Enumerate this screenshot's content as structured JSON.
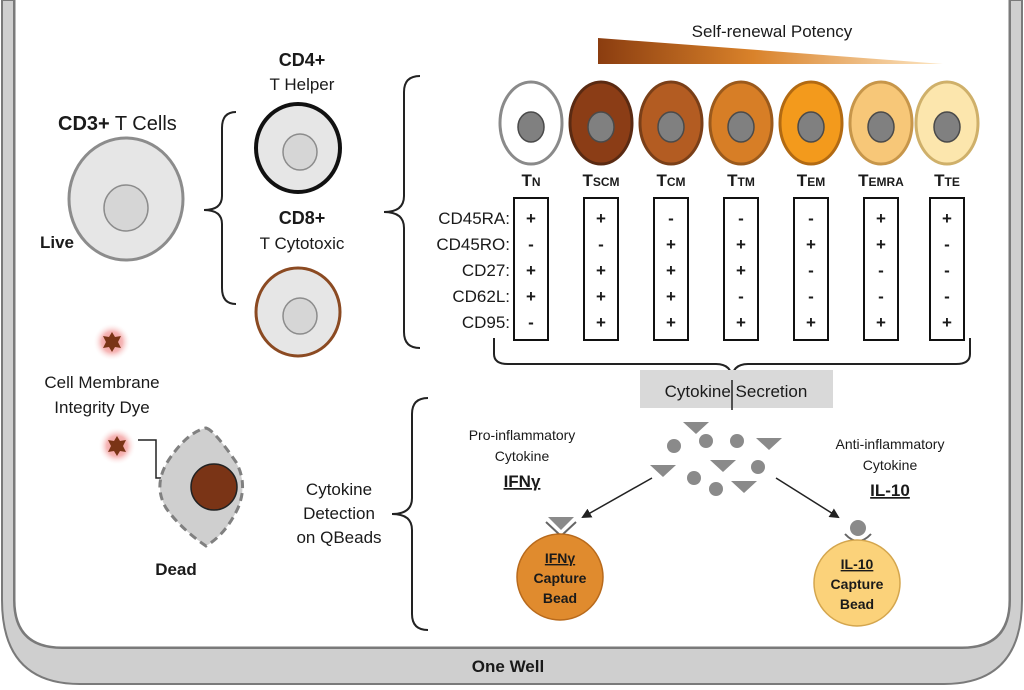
{
  "well": {
    "label": "One Well"
  },
  "cd3": {
    "title_bold": "CD3+",
    "title_rest": " T Cells",
    "live_label": "Live"
  },
  "cd4": {
    "title": "CD4+",
    "subtitle": "T Helper"
  },
  "cd8": {
    "title": "CD8+",
    "subtitle": "T Cytotoxic"
  },
  "dye": {
    "line1": "Cell Membrane",
    "line2": "Integrity Dye",
    "dead_label": "Dead"
  },
  "potency": {
    "label": "Self-renewal Potency"
  },
  "subsets": [
    {
      "main": "T",
      "sub": "N",
      "fill": "#ffffff",
      "stroke": "#8a8a8a",
      "markers": [
        "+",
        "-",
        "+",
        "+",
        "-"
      ]
    },
    {
      "main": "T",
      "sub": "SCM",
      "fill": "#8b3d16",
      "stroke": "#5a2a12",
      "markers": [
        "+",
        "-",
        "+",
        "+",
        "+"
      ]
    },
    {
      "main": "T",
      "sub": "CM",
      "fill": "#b35c22",
      "stroke": "#7a3f18",
      "markers": [
        "-",
        "+",
        "+",
        "+",
        "+"
      ]
    },
    {
      "main": "T",
      "sub": "TM",
      "fill": "#d77e26",
      "stroke": "#9b5a1c",
      "markers": [
        "-",
        "+",
        "+",
        "-",
        "+"
      ]
    },
    {
      "main": "T",
      "sub": "EM",
      "fill": "#f39a1c",
      "stroke": "#b26a12",
      "markers": [
        "-",
        "+",
        "-",
        "-",
        "+"
      ]
    },
    {
      "main": "T",
      "sub": "EMRA",
      "fill": "#f7c778",
      "stroke": "#c7964a",
      "markers": [
        "+",
        "+",
        "-",
        "-",
        "+"
      ]
    },
    {
      "main": "T",
      "sub": "TE",
      "fill": "#fce6ad",
      "stroke": "#cfb06a",
      "markers": [
        "+",
        "-",
        "-",
        "-",
        "+"
      ]
    }
  ],
  "markers": [
    "CD45RA:",
    "CD45RO:",
    "CD27:",
    "CD62L:",
    "CD95:"
  ],
  "cytokine": {
    "secretion": "Cytokine Secretion",
    "detection_line1": "Cytokine",
    "detection_line2": "Detection",
    "detection_line3": "on QBeads"
  },
  "pro": {
    "line1": "Pro-inflammatory",
    "line2": "Cytokine",
    "name": "IFNγ"
  },
  "anti": {
    "line1": "Anti-inflammatory",
    "line2": "Cytokine",
    "name": "IL-10"
  },
  "bead_ifn": {
    "name": "IFNγ",
    "line2": "Capture",
    "line3": "Bead"
  },
  "bead_il10": {
    "name": "IL-10",
    "line2": "Capture",
    "line3": "Bead"
  },
  "colors": {
    "well_gray": "#cfcfcf",
    "cell_fill": "#e6e6e6",
    "cell_stroke": "#8c8c8c",
    "cd8_stroke": "#8b4a22",
    "dead_core": "#7a3416",
    "bead_ifn": "#e08b2e",
    "bead_il10": "#fbd27a",
    "molecule": "#8a8a8a",
    "gradient_dark": "#8b3d10",
    "gradient_light": "#fde7c4"
  }
}
